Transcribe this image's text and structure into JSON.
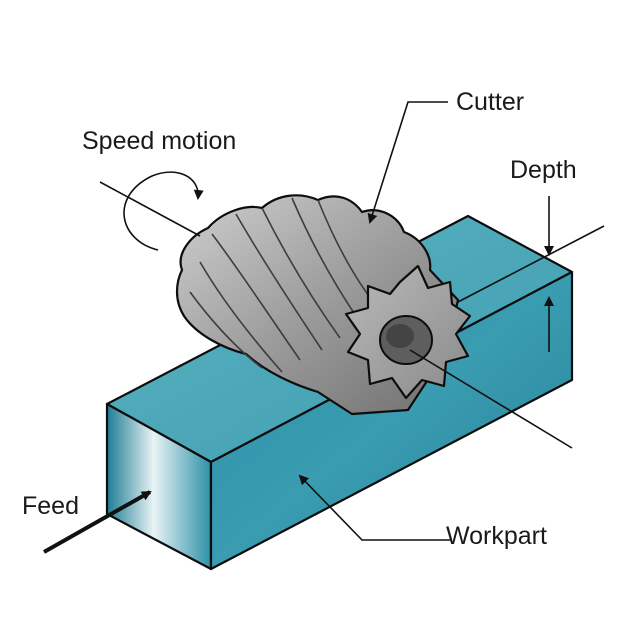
{
  "diagram": {
    "labels": {
      "cutter": "Cutter",
      "speed_motion": "Speed motion",
      "depth": "Depth",
      "feed": "Feed",
      "workpart": "Workpart"
    },
    "colors": {
      "workpart_top": "#4aa6b6",
      "workpart_front": "#2c8fa6",
      "workpart_side": "#3b9cb0",
      "cutter_body": "#a6a6a6",
      "cutter_dark": "#777777",
      "cutter_hole": "#5a5a5a",
      "line": "#111111"
    }
  }
}
